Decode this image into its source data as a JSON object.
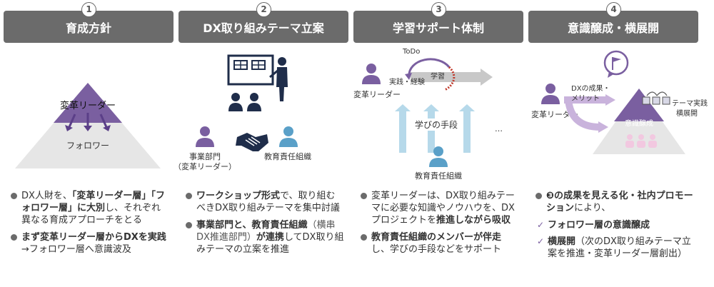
{
  "columns": [
    {
      "num": "1",
      "title": "育成方針",
      "diagram": {
        "top_label": "変革リーダー",
        "bottom_label": "フォロワー"
      }
    },
    {
      "num": "2",
      "title": "DX取り組みテーマ立案",
      "diagram": {
        "left_label_1": "事業部門",
        "left_label_2": "（変革リーダー）",
        "right_label": "教育責任組織"
      }
    },
    {
      "num": "3",
      "title": "学習サポート体制",
      "diagram": {
        "leader_label": "変革リーダー",
        "todo": "ToDo",
        "practice": "実践・経験",
        "learn": "学習",
        "means": "学びの手段",
        "ellipsis": "…",
        "org_label": "教育責任組織"
      }
    },
    {
      "num": "4",
      "title": "意識醸成・横展開",
      "diagram": {
        "leader_label": "変革リーダー",
        "merit_1": "DXの成果・",
        "merit_2": "メリット",
        "theme_1": "テーマ実践",
        "theme_2": "横展開",
        "awareness": "意識醸成"
      }
    }
  ],
  "bullets1": {
    "a1": "DX人財を、",
    "a2": "「変革リーダー層」",
    "a3": "「フォロワー層」",
    "a4": "に大別",
    "a5": "し、それぞれ異なる育成アプローチをとる",
    "b1": "まず変革リーダー層からDXを実践",
    "b2": "→フォロワー層へ意識波及"
  },
  "bullets2": {
    "a1": "ワークショップ形式",
    "a2": "で、取り組むべきDX取り組みテーマを集中討議",
    "b1": "事業部門と、教育責任組織",
    "b2": "（横串DX推進部門）",
    "b3": "が連携",
    "b4": "してDX取り組みテーマの立案を推進"
  },
  "bullets3": {
    "a1": "変革リーダーは、DX取り組みテーマに必要な知識やノウハウを、DXプロジェクトを",
    "a2": "推進しながら吸収",
    "b1": "教育責任組織のメンバーが伴走",
    "b2": "し、学びの手段などをサポート"
  },
  "bullets4": {
    "a1": "❸の成果を見える化・社内プロモーション",
    "a2": "により、",
    "s1": "フォロワー層の意識醸成",
    "s2a": "横展開",
    "s2b": "（次のDX取り組みテーマ立案を推進・変革リーダー層創出）"
  },
  "colors": {
    "header": "#6b6b6b",
    "purple": "#7a5fa0",
    "blue": "#5aa0c8",
    "dark_navy": "#1f2d4a",
    "light_gray": "#e6e6e6"
  }
}
